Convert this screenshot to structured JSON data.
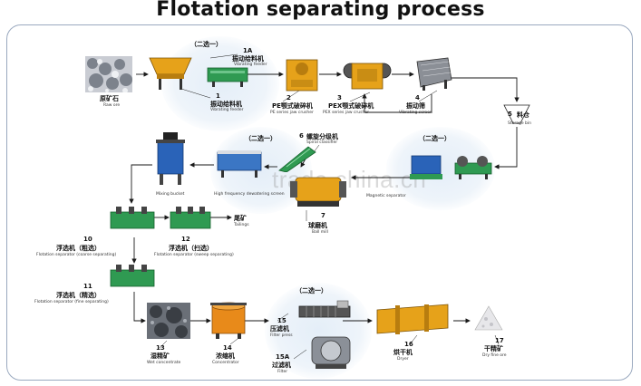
{
  "title": "Flotation separating process",
  "watermark": "trade.china.cn",
  "groups": {
    "g1": "（二选一）",
    "g2": "（二选一）",
    "g3": "（二选一）",
    "g4": "（二选一）"
  },
  "nodes": {
    "ore": {
      "zh": "原矿石",
      "en": "Raw ore"
    },
    "n1a": {
      "num": "1A",
      "zh": "振动给料机",
      "en": "Vibrating feeder"
    },
    "n1": {
      "num": "1",
      "zh": "振动给料机",
      "en": "Vibrating feeder"
    },
    "n2": {
      "num": "2",
      "zh": "PE颚式破碎机",
      "en": "PE series jaw crusher"
    },
    "n3": {
      "num": "3",
      "zh": "PEX颚式破碎机",
      "en": "PEX series jaw crusher"
    },
    "n4": {
      "num": "4",
      "zh": "振动筛",
      "en": "Vibrating screen"
    },
    "n5": {
      "num": "5",
      "zh": "料仓",
      "en": "Storage bin"
    },
    "n6": {
      "num": "6",
      "zh": "螺旋分级机",
      "en": "Spiral classifier"
    },
    "n7": {
      "num": "7",
      "zh": "球磨机",
      "en": "Ball mill"
    },
    "mix": {
      "zh": "",
      "en": "Mixing bucket"
    },
    "hef": {
      "zh": "",
      "en": "High frequency dewatering screen"
    },
    "magsep": {
      "zh": "",
      "en": "Magnetic separator"
    },
    "n10": {
      "num": "10",
      "zh": "浮选机（粗选）",
      "en": "Flotation separator (coarse separating)"
    },
    "n11": {
      "num": "11",
      "zh": "浮选机（精选）",
      "en": "Flotation separator (fine separating)"
    },
    "n12": {
      "num": "12",
      "zh": "浮选机（扫选）",
      "en": "Flotation separator (sweep separating)"
    },
    "tail": {
      "zh": "尾矿",
      "en": "Tailings"
    },
    "n13": {
      "num": "13",
      "zh": "湿精矿",
      "en": "Wet concentrate"
    },
    "n14": {
      "num": "14",
      "zh": "浓缩机",
      "en": "Concentrator"
    },
    "n15": {
      "num": "15",
      "zh": "压滤机",
      "en": "Filter press"
    },
    "n15a": {
      "num": "15A",
      "zh": "过滤机",
      "en": "Filter"
    },
    "n16": {
      "num": "16",
      "zh": "烘干机",
      "en": "Dryer"
    },
    "n17": {
      "num": "17",
      "zh": "干精矿",
      "en": "Dry fine ore"
    }
  },
  "colors": {
    "arrow": "#1a1a1a",
    "frame": "#9aa9bf",
    "yellow": "#e6a21a",
    "green": "#2f9a52",
    "blue": "#2a63b8"
  }
}
